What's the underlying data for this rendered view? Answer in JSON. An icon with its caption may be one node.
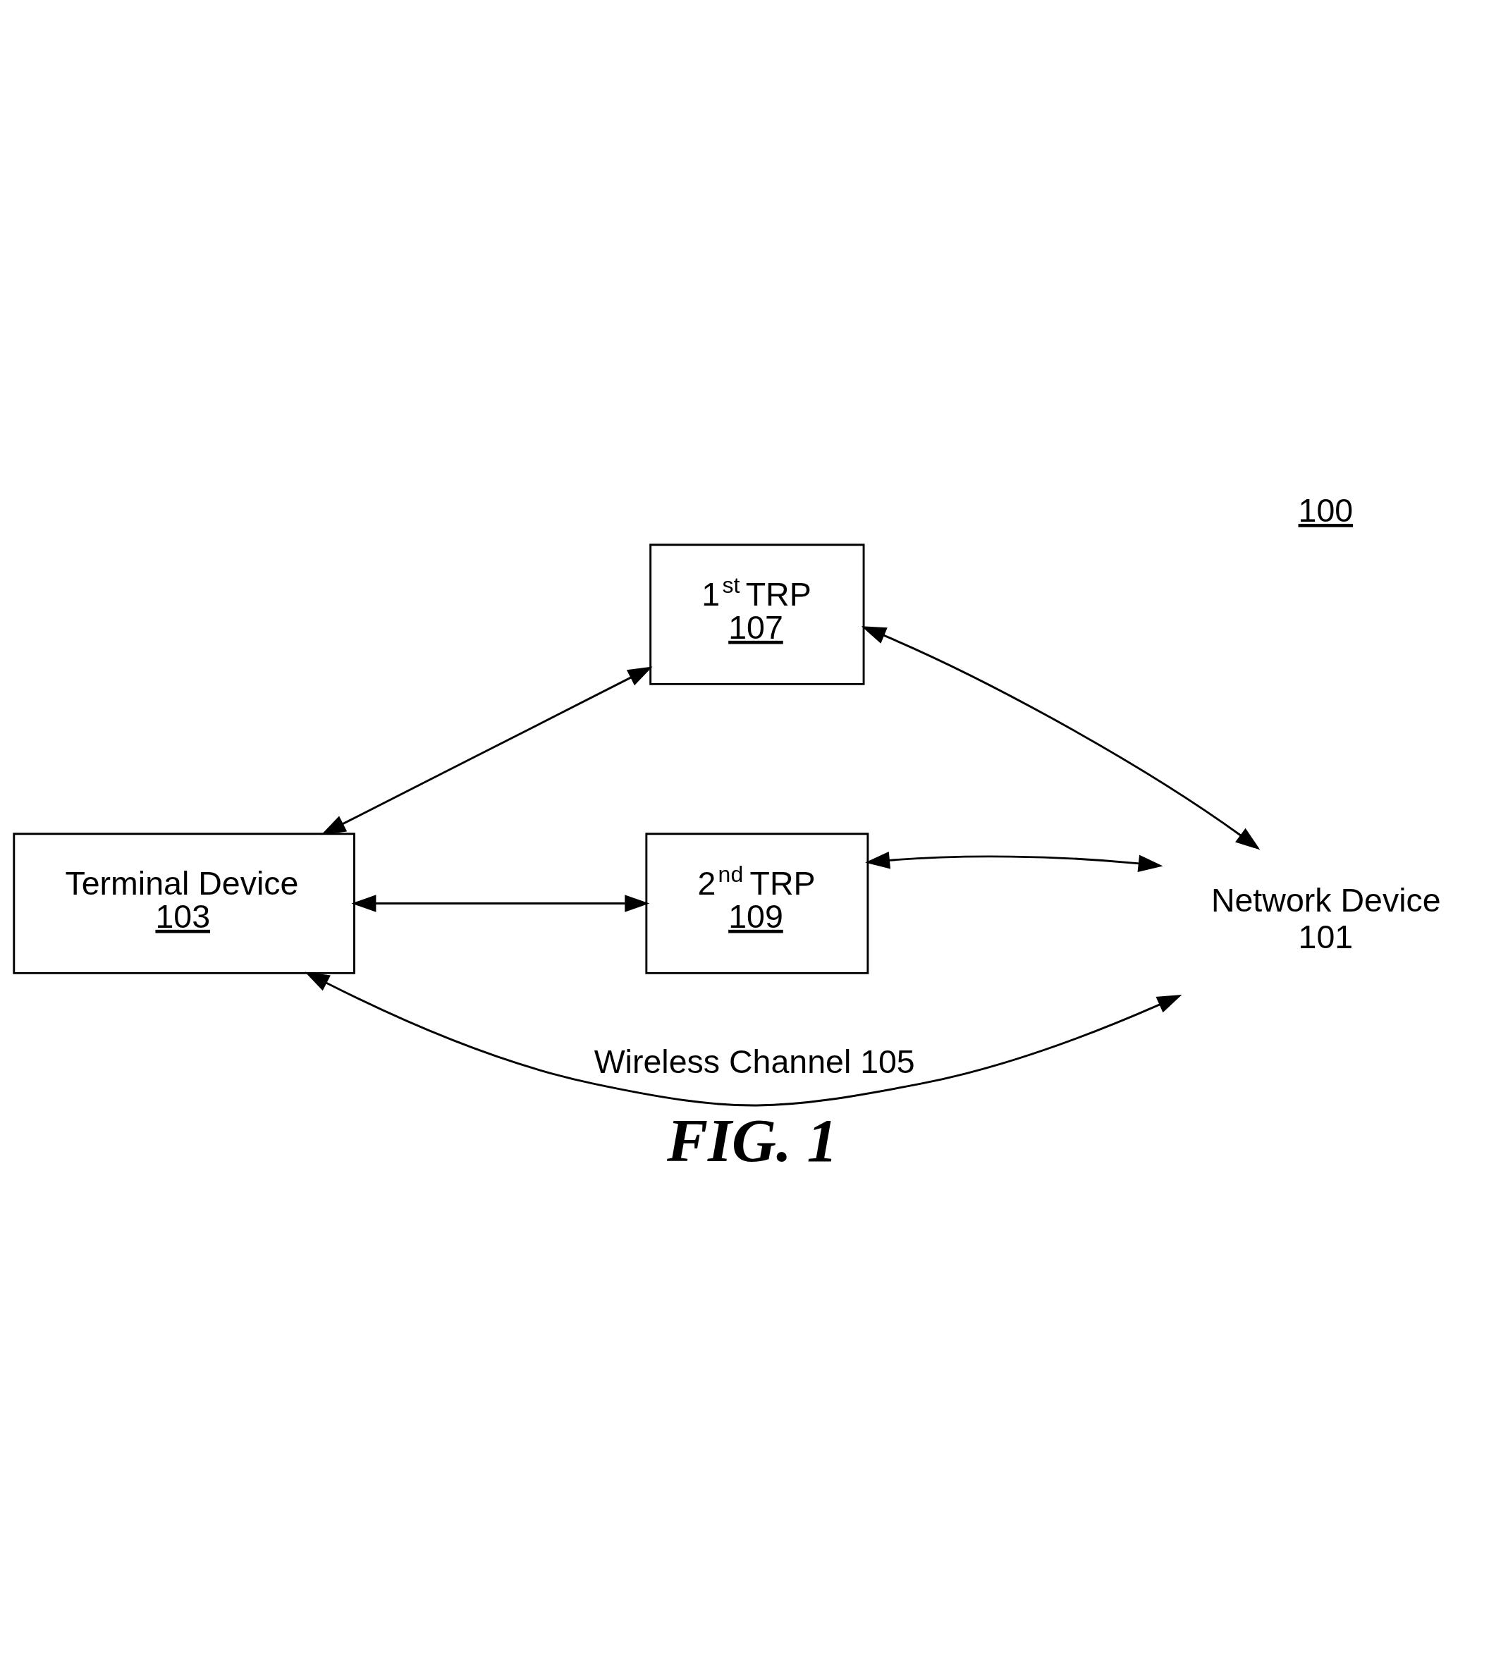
{
  "diagram": {
    "caption": "FIG. 1",
    "nodes": [
      {
        "text": [
          "Terminal Device",
          "103"
        ]
      },
      {
        "text": [
          "1$^{st}$ TRP",
          "107"
        ]
      },
      {
        "text": [
          "2$^{nd}$ TRP",
          "109"
        ]
      },
      {
        "text": [
          "Network Device",
          "101"
        ]
      }
    ],
    "edges": [
      {
        "from": 0,
        "to": 3,
        "arrow": "both",
        "label": "Wireless Channel 105"
      },
      {
        "from": 0,
        "to": 1,
        "arrow": "both"
      },
      {
        "from": 0,
        "to": 2,
        "arrow": "both"
      },
      {
        "from": 3,
        "to": 1,
        "arrow": "both"
      },
      {
        "from": 3,
        "to": 2,
        "arrow": "both"
      }
    ],
    "labels": [
      "100"
    ]
  }
}
